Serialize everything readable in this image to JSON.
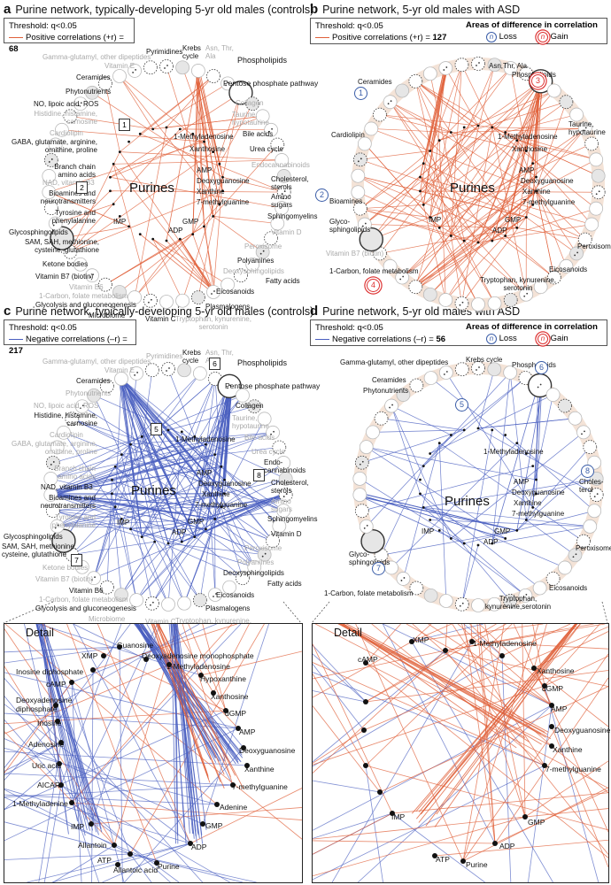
{
  "colors": {
    "positive": "#e0603a",
    "negative": "#4a5fc0",
    "loss": "#3a5da8",
    "gain": "#d63030"
  },
  "panels": [
    {
      "letter": "a",
      "title": "Purine network, typically-developing 5-yr old males (controls)",
      "threshold": "Threshold: q<0.05",
      "legend_line": "Positive correlations (+r) =",
      "count": "68"
    },
    {
      "letter": "b",
      "title": "Purine network, 5-yr old males with ASD",
      "threshold": "Threshold: q<0.05",
      "legend_line": "Positive correlations (+r) =",
      "count": "127",
      "areas": "Areas of difference in correlation",
      "loss": "Loss",
      "gain": "Gain"
    },
    {
      "letter": "c",
      "title": "Purine network, typically-developing 5-yr old males (controls)",
      "threshold": "Threshold: q<0.05",
      "legend_line": "Negative correlations (–r) =",
      "count": "217"
    },
    {
      "letter": "d",
      "title": "Purine network, 5-yr old males with ASD",
      "threshold": "Threshold: q<0.05",
      "legend_line": "Negative correlations (–r) =",
      "count": "56",
      "areas": "Areas of difference in correlation",
      "loss": "Loss",
      "gain": "Gain"
    }
  ],
  "n_symbol": "n",
  "center": "Purines",
  "labels_a": {
    "gamma": "Gamma-glutamyl, other dipeptides",
    "vite": "Vitamin E",
    "pyr": "Pyrimidines",
    "krebs": "Krebs cycle",
    "asn": "Asn, Thr, Ala",
    "phos": "Phospholipids",
    "ppp": "Pentose phosphate pathway",
    "cer": "Ceramides",
    "phyto": "Phytonutrients",
    "no": "NO, lipoic acid, ROS",
    "hist": "Histidine, histamine, carnosine",
    "cardio": "Cardiolipin",
    "gaba": "GABA, glutamate, arginine, ornithine, proline",
    "bca": "Branch chain amino acids",
    "nad": "NAD, vitamin B3",
    "bio": "Bioamines and neurotransmitters",
    "tyr": "Tyrosine and phenylalanine",
    "glyco": "Glycosphingolipids",
    "sam": "SAM, SAH, methionine, cysteine, glutathione",
    "ket": "Ketone bodies",
    "b7": "Vitamin B7 (biotin)",
    "b6": "Vitamin B6",
    "onec": "1-Carbon, folate metabolism",
    "glyc": "Glycolysis and gluconeogenesis",
    "micro": "Microbiome",
    "vitc": "Vitamin C",
    "trp": "Tryptophan, kynurenine, serotonin",
    "plasm": "Plasmalogens",
    "eico": "Eicosanoids",
    "fatty": "Fatty acids",
    "deoxy": "Deoxysphingolipids",
    "poly": "Polyamines",
    "perox": "Peroxisome",
    "vitd": "Vitamin D",
    "sphingo": "Sphingomyelins",
    "amsug": "Amino sugars",
    "chol": "Cholesterol, sterols",
    "endo": "Endocannabinoids",
    "urea": "Urea cycle",
    "bile": "Bile acids",
    "taur": "Taurine, hypotaurine",
    "coll": "Collagen"
  },
  "labels_b": {
    "asn": "Asn,Thr, Ala",
    "phos": "Phospholipids",
    "cer": "Ceramides",
    "taur": "Taurine, hypotaurine",
    "cardio": "Cardiolipin",
    "bio": "Bioamines",
    "glyco": "Glyco-sphingolipids",
    "b7": "Vitamin B7 (biotin)",
    "onec": "1-Carbon, folate metabolism",
    "trp": "Tryptophan, kynurenine, serotonin",
    "eico": "Eicosanoids",
    "perox": "Peroxisome"
  },
  "labels_c": {
    "endo": "Endo-cannabinoids",
    "vitd": "Vitamin D",
    "fatty": "Fatty acids"
  },
  "labels_d": {
    "gamma": "Gamma-glutamyl, other dipeptides",
    "krebs": "Krebs cycle",
    "phos": "Phospholipids",
    "cer": "Ceramides",
    "phyto": "Phytonutrients",
    "chol": "Choles-terol",
    "glyco": "Glyco-sphingolipids",
    "perox": "Peroxisome",
    "onec": "1-Carbon, folate metabolism",
    "trp": "Tryptophan, kynurenine,serotonin",
    "eico": "Eicosanoids"
  },
  "inner": {
    "mad": "1-Methyladenosine",
    "xan": "Xanthosine",
    "amp": "AMP",
    "deoxyg": "Deoxyguanosine",
    "xanth": "Xanthine",
    "mg": "7-methylguanine",
    "gmp": "GMP",
    "adp": "ADP",
    "imp": "IMP"
  },
  "detail_title": "Detail",
  "detail_e": {
    "guan": "Guanosine",
    "xmp": "XMP",
    "damp": "Deoxyadenosine monophosphate",
    "mad": "1-Methyladenosine",
    "idp": "Inosine diphosphate",
    "hypo": "Hypoxanthine",
    "camp": "cAMP",
    "xan": "Xanthosine",
    "dadp": "Deoxyadenosine diphosphate",
    "dgmp": "dGMP",
    "ino": "Inosine",
    "amp": "AMP",
    "aden": "Adenosine",
    "deoxyg": "Deoxyguanosine",
    "uric": "Uric acid",
    "xanth": "Xanthine",
    "aicar": "AICAR",
    "mg": "7-methylguanine",
    "mad2": "1-Methyladenine",
    "imp": "IMP",
    "adenine": "Adenine",
    "gmp": "GMP",
    "allan": "Allantoin",
    "atp": "ATP",
    "adp": "ADP",
    "allac": "Allantoic acid",
    "pur": "Purine"
  },
  "detail_f": {
    "xmp": "XMP",
    "mad": "1-Methyladenosine",
    "camp": "cAMP",
    "xan": "Xanthosine",
    "dgmp": "dGMP",
    "amp": "AMP",
    "deoxyg": "Deoxyguanosine",
    "xanth": "Xanthine",
    "mg": "7-methylguanine",
    "imp": "IMP",
    "gmp": "GMP",
    "atp": "ATP",
    "adp": "ADP",
    "pur": "Purine"
  }
}
